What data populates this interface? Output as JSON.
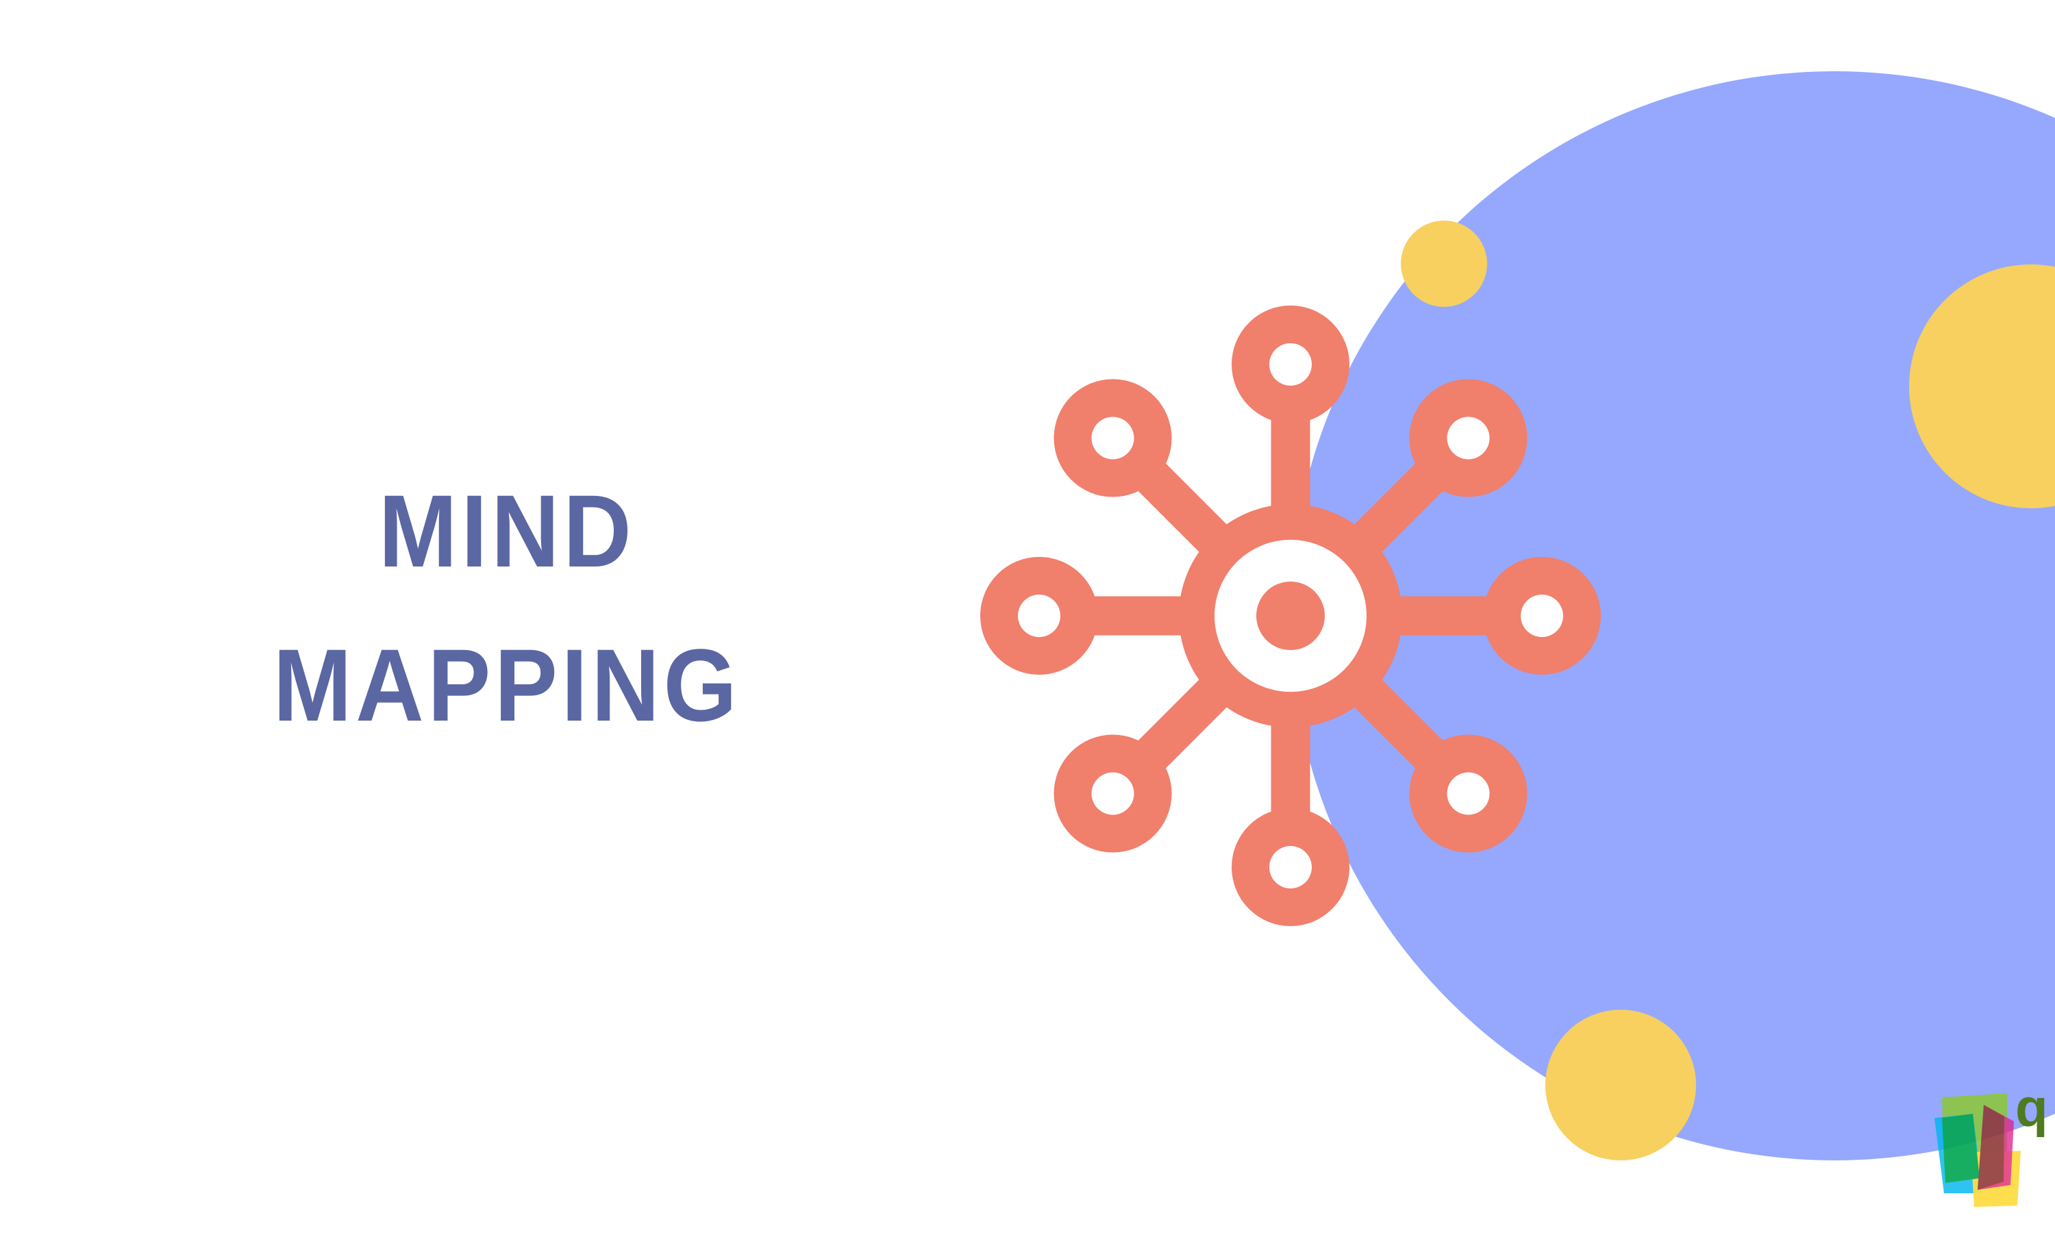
{
  "title": {
    "line1": "MIND",
    "line2": "MAPPING"
  },
  "logo": {
    "letter": "q"
  },
  "colors": {
    "accent": "#f07f6c",
    "circle": "#95a8fd",
    "dot": "#f7d060",
    "text": "#5b67a2"
  },
  "icons": [
    "mind-map-icon",
    "logo-icon"
  ]
}
